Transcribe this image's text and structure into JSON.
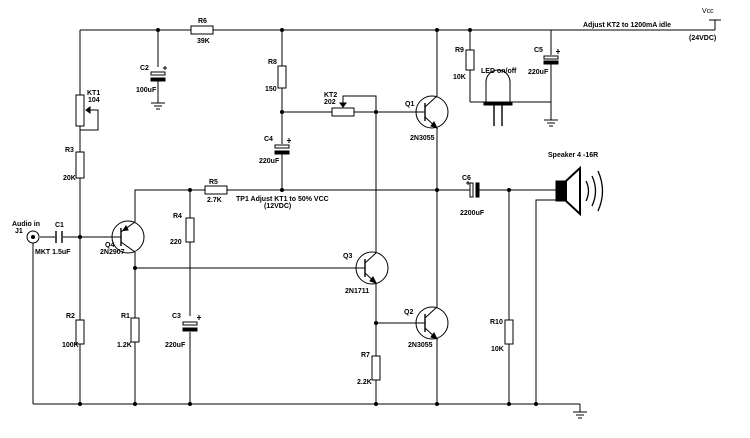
{
  "supply": {
    "vcc": "Vcc",
    "voltage": "(24VDC)",
    "note": "Adjust KT2 to 1200mA idle"
  },
  "input": {
    "ref": "J1",
    "label": "Audio in"
  },
  "tp1": {
    "note": "TP1 Adjust KT1 to 50% VCC",
    "voltage": "(12VDC)"
  },
  "resistors": {
    "R1": {
      "ref": "R1",
      "value": "1.2K"
    },
    "R2": {
      "ref": "R2",
      "value": "100K"
    },
    "R3": {
      "ref": "R3",
      "value": "20K"
    },
    "R4": {
      "ref": "R4",
      "value": "220"
    },
    "R5": {
      "ref": "R5",
      "value": "2.7K"
    },
    "R6": {
      "ref": "R6",
      "value": "39K"
    },
    "R7": {
      "ref": "R7",
      "value": "2.2K"
    },
    "R8": {
      "ref": "R8",
      "value": "150"
    },
    "R9": {
      "ref": "R9",
      "value": "10K"
    },
    "R10": {
      "ref": "R10",
      "value": "10K"
    }
  },
  "pots": {
    "KT1": {
      "ref": "KT1",
      "value": "104"
    },
    "KT2": {
      "ref": "KT2",
      "value": "202"
    }
  },
  "capacitors": {
    "C1": {
      "ref": "C1",
      "value": "MKT 1.5uF"
    },
    "C2": {
      "ref": "C2",
      "value": "100uF"
    },
    "C3": {
      "ref": "C3",
      "value": "220uF"
    },
    "C4": {
      "ref": "C4",
      "value": "220uF"
    },
    "C5": {
      "ref": "C5",
      "value": "220uF"
    },
    "C6": {
      "ref": "C6",
      "value": "2200uF"
    }
  },
  "transistors": {
    "Q1": {
      "ref": "Q1",
      "part": "2N3055"
    },
    "Q2": {
      "ref": "Q2",
      "part": "2N3055"
    },
    "Q3": {
      "ref": "Q3",
      "part": "2N1711"
    },
    "Q4": {
      "ref": "Q4",
      "part": "2N2907"
    }
  },
  "led": {
    "label": "LED on/off"
  },
  "speaker": {
    "label": "Speaker 4 -16R"
  }
}
